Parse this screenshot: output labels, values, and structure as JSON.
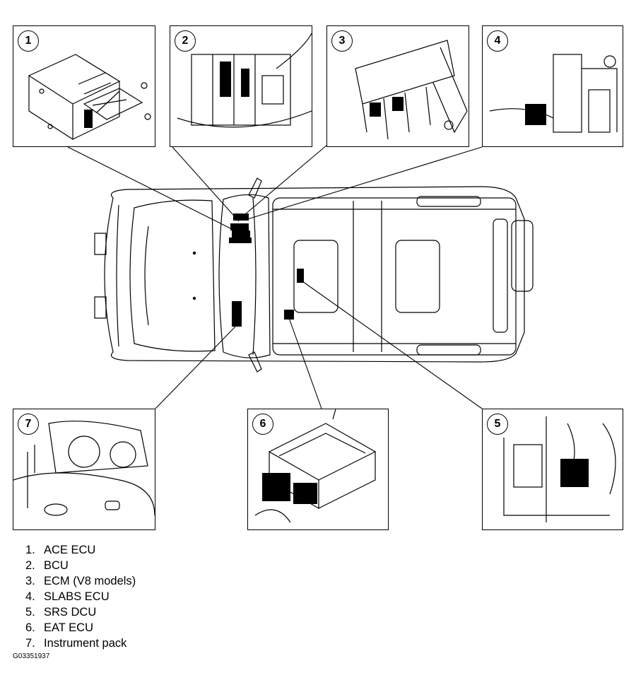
{
  "panels": [
    {
      "badge": "1"
    },
    {
      "badge": "2"
    },
    {
      "badge": "3"
    },
    {
      "badge": "4"
    },
    {
      "badge": "7"
    },
    {
      "badge": "6"
    },
    {
      "badge": "5"
    }
  ],
  "legend": [
    {
      "num": "1.",
      "label": "ACE ECU"
    },
    {
      "num": "2.",
      "label": "BCU"
    },
    {
      "num": "3.",
      "label": "ECM (V8 models)"
    },
    {
      "num": "4.",
      "label": "SLABS ECU"
    },
    {
      "num": "5.",
      "label": "SRS DCU"
    },
    {
      "num": "6.",
      "label": "EAT ECU"
    },
    {
      "num": "7.",
      "label": "Instrument pack"
    }
  ],
  "figure_ref": "G03351937"
}
